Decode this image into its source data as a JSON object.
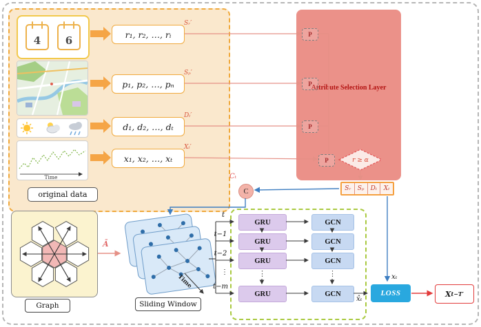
{
  "original_data": {
    "label": "original data",
    "calendar": {
      "left_day": "4",
      "right_day": "6"
    },
    "chart_time_label": "Time",
    "rows": [
      {
        "formula": "r₁, r₂, …, rᵢ",
        "tag": "Sᵣ′"
      },
      {
        "formula": "p₁, p₂, …, pₙ",
        "tag": "Sₚ′"
      },
      {
        "formula": "d₁, d₂, …, dₜ",
        "tag": "Dₜ′"
      },
      {
        "formula": "x₁, x₂, …, xₜ",
        "tag": "Xₜ′"
      }
    ]
  },
  "selection": {
    "title": "Attribute Selection Layer",
    "p": "P",
    "condition": "r ≥ α",
    "cells": [
      "Sᵣ",
      "Sₚ",
      "Dₜ",
      "Xₜ"
    ]
  },
  "concat": {
    "symbol": "C",
    "tag": "Cₜ"
  },
  "graph": {
    "caption": "Graph",
    "adjacency": "Ā"
  },
  "sliding_window": {
    "caption": "Sliding Window",
    "time_label": "Time"
  },
  "pipeline": {
    "steps": [
      "t",
      "t−1",
      "t−2",
      "t−m"
    ],
    "dots": "⋮",
    "gru": "GRU",
    "gcn": "GCN"
  },
  "outputs": {
    "x_t": "xₜ",
    "x_hat": "x̂ₜ",
    "loss": "LOSS",
    "result_base": "X",
    "result_sub": "t−T′"
  },
  "colors": {
    "panel_orange": "#FAE8CD",
    "accent_orange": "#F5A546",
    "selection_red": "#EB9189",
    "title_red": "#B31312",
    "line_blue": "#3E7EC1",
    "loss_blue": "#29A8DF",
    "green_border": "#A9C93F",
    "gru_fill": "#DCCAEC",
    "gcn_fill": "#C7D9F2",
    "result_red": "#E23B3B",
    "graph_yellow": "#FBF3CF"
  }
}
